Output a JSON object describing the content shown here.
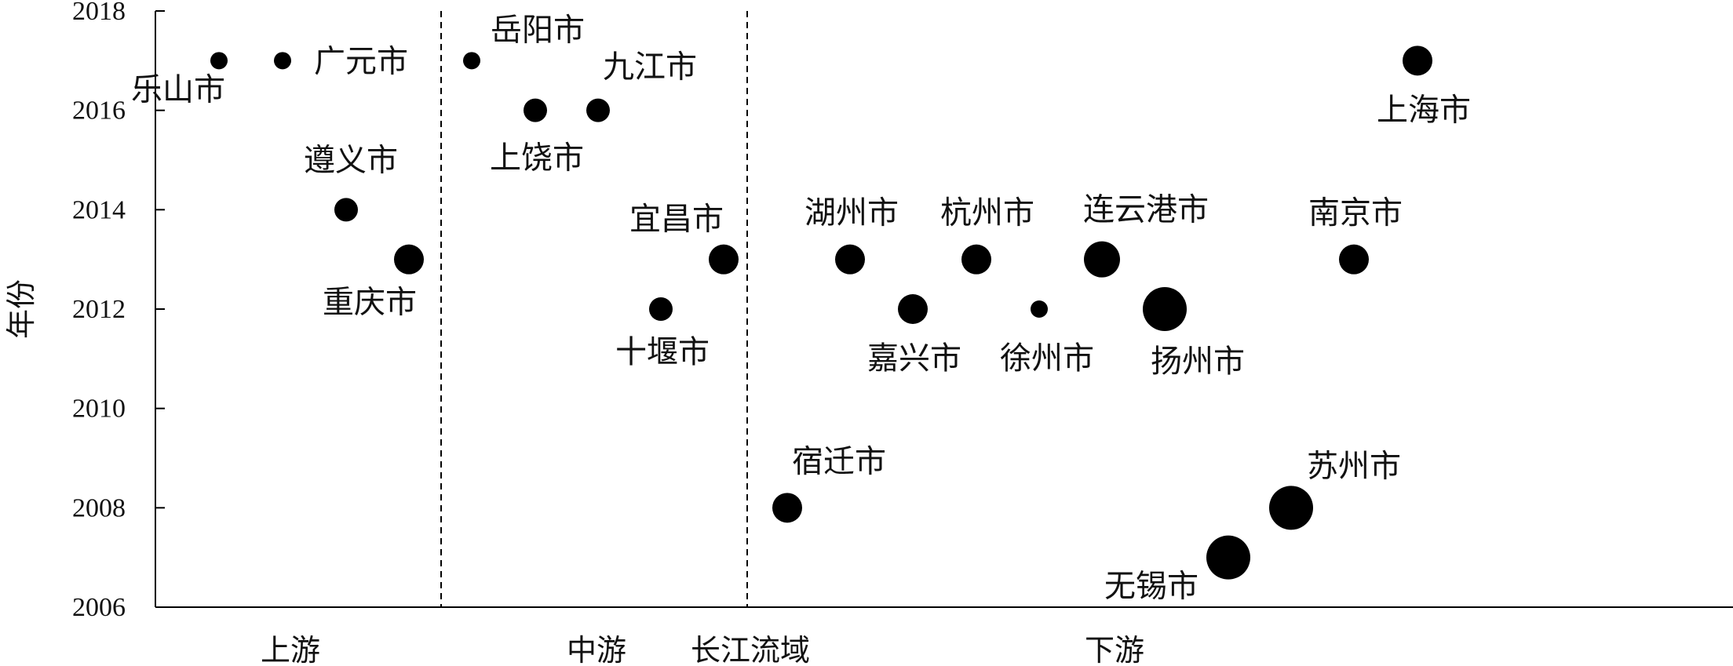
{
  "chart_data": {
    "type": "scatter",
    "title": "",
    "xlabel": "长江流域",
    "ylabel": "年份",
    "ylim": [
      2006,
      2018
    ],
    "yticks": [
      2006,
      2008,
      2010,
      2012,
      2014,
      2016,
      2018
    ],
    "grid": false,
    "legend": "none",
    "dividers": [
      "上游|中游",
      "中游|下游"
    ],
    "regions": [
      {
        "name": "上游"
      },
      {
        "name": "中游"
      },
      {
        "name": "下游"
      }
    ],
    "points": [
      {
        "city": "乐山市",
        "region": "上游",
        "year": 2017,
        "size": 1
      },
      {
        "city": "广元市",
        "region": "上游",
        "year": 2017,
        "size": 1
      },
      {
        "city": "遵义市",
        "region": "上游",
        "year": 2014,
        "size": 2
      },
      {
        "city": "重庆市",
        "region": "上游",
        "year": 2013,
        "size": 3
      },
      {
        "city": "岳阳市",
        "region": "中游",
        "year": 2017,
        "size": 1
      },
      {
        "city": "上饶市",
        "region": "中游",
        "year": 2016,
        "size": 2
      },
      {
        "city": "九江市",
        "region": "中游",
        "year": 2016,
        "size": 2
      },
      {
        "city": "十堰市",
        "region": "中游",
        "year": 2012,
        "size": 2
      },
      {
        "city": "宜昌市",
        "region": "中游",
        "year": 2013,
        "size": 3
      },
      {
        "city": "宿迁市",
        "region": "下游",
        "year": 2008,
        "size": 3
      },
      {
        "city": "湖州市",
        "region": "下游",
        "year": 2013,
        "size": 3
      },
      {
        "city": "嘉兴市",
        "region": "下游",
        "year": 2012,
        "size": 3
      },
      {
        "city": "杭州市",
        "region": "下游",
        "year": 2013,
        "size": 3
      },
      {
        "city": "徐州市",
        "region": "下游",
        "year": 2012,
        "size": 1
      },
      {
        "city": "连云港市",
        "region": "下游",
        "year": 2013,
        "size": 4
      },
      {
        "city": "扬州市",
        "region": "下游",
        "year": 2012,
        "size": 5
      },
      {
        "city": "无锡市",
        "region": "下游",
        "year": 2007,
        "size": 5
      },
      {
        "city": "苏州市",
        "region": "下游",
        "year": 2008,
        "size": 5
      },
      {
        "city": "南京市",
        "region": "下游",
        "year": 2013,
        "size": 3
      },
      {
        "city": "上海市",
        "region": "下游",
        "year": 2017,
        "size": 3
      }
    ]
  }
}
